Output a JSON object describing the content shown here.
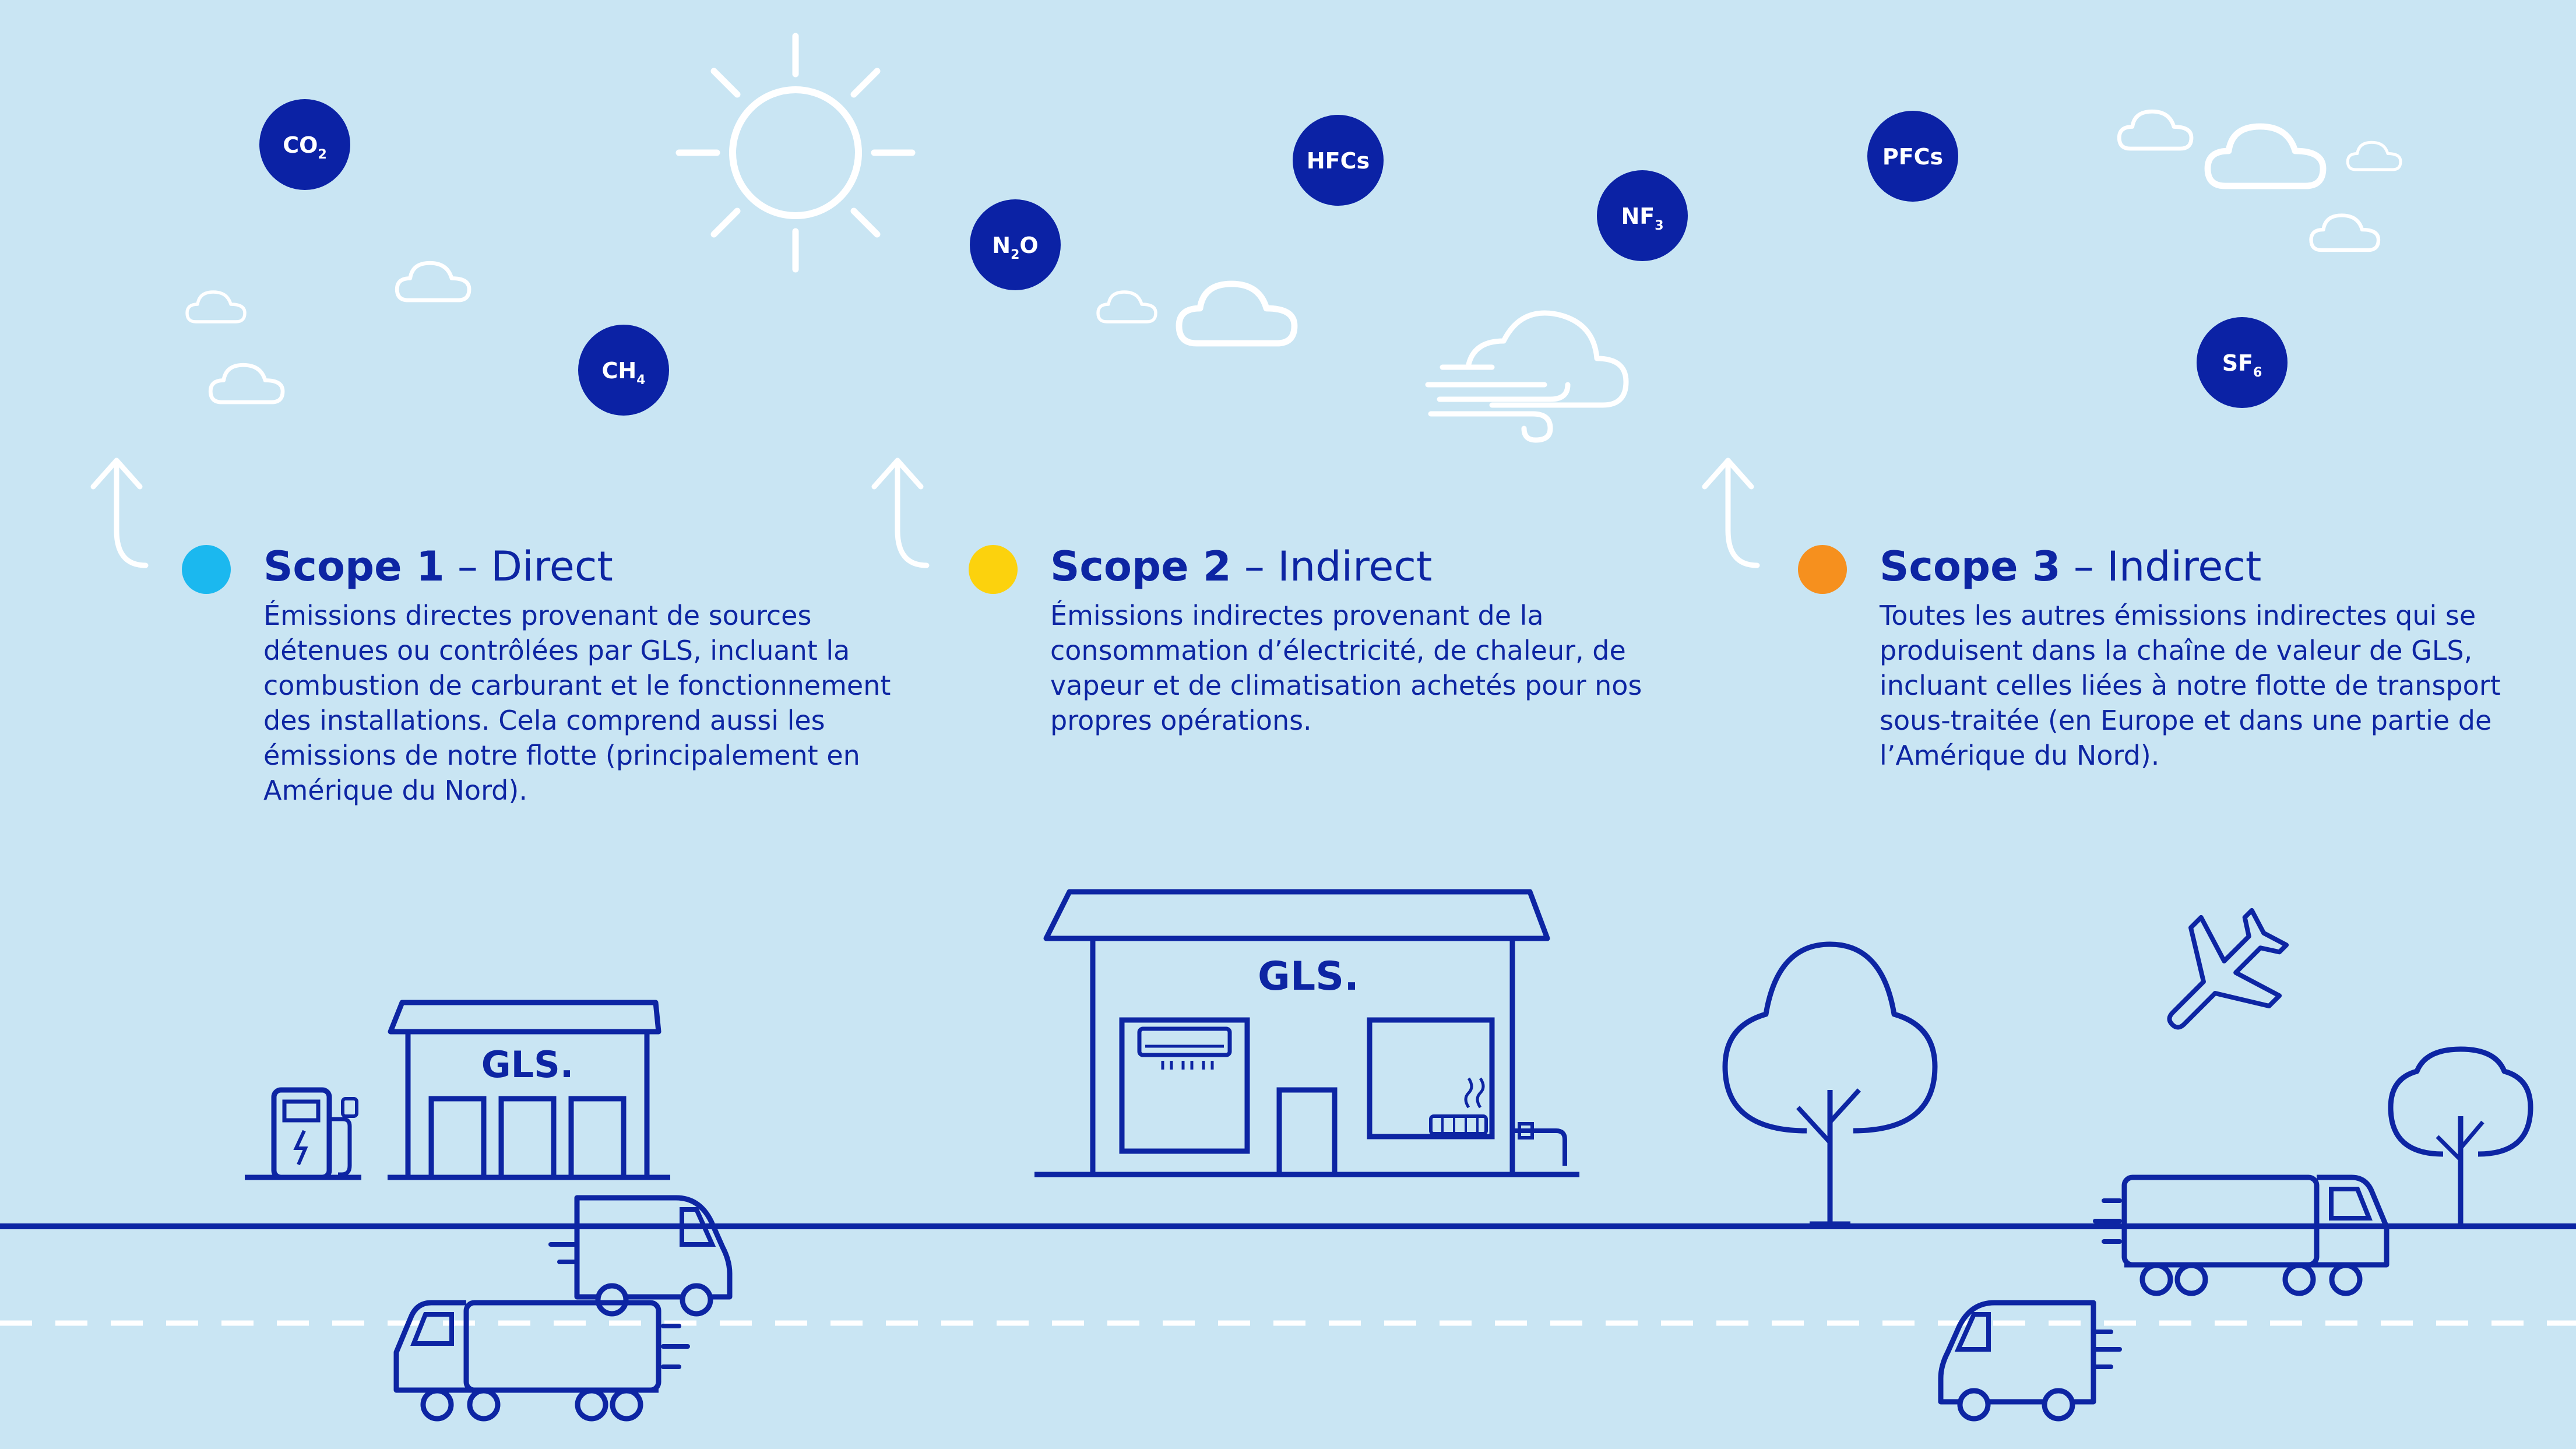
{
  "palette": {
    "background": "#c9e5f3",
    "ink": "#0d25a3",
    "gas_circle": "#0b22a5",
    "outline_white": "#ffffff",
    "scope1_dot": "#1bb8ef",
    "scope2_dot": "#fcd20d",
    "scope3_dot": "#f6901e"
  },
  "gases": [
    {
      "name": "CO2",
      "base": "CO",
      "sub": "2"
    },
    {
      "name": "CH4",
      "base": "CH",
      "sub": "4"
    },
    {
      "name": "N2O",
      "base": "N",
      "sub": "2",
      "tail": "O"
    },
    {
      "name": "HFCs",
      "base": "HFCs",
      "sub": ""
    },
    {
      "name": "NF3",
      "base": "NF",
      "sub": "3"
    },
    {
      "name": "PFCs",
      "base": "PFCs",
      "sub": ""
    },
    {
      "name": "SF6",
      "base": "SF",
      "sub": "6"
    }
  ],
  "scopes": [
    {
      "title_bold": "Scope 1",
      "title_rest": " – Direct",
      "description": "Émissions directes provenant de sources détenues ou contrôlées par GLS, incluant la combustion de carburant et le fonctionnement des installations. Cela comprend aussi les émissions de notre flotte (principalement en Amérique du Nord)."
    },
    {
      "title_bold": "Scope 2",
      "title_rest": " – Indirect",
      "description": "Émissions indirectes provenant de la consommation d’électricité, de chaleur, de vapeur et de climatisation achetés pour nos propres opérations."
    },
    {
      "title_bold": "Scope 3",
      "title_rest": " – Indirect",
      "description": "Toutes les autres émissions indirectes qui se produisent dans la chaîne de valeur de GLS, incluant celles liées à notre flotte de transport sous-traitée (en Europe et dans une partie de l’Amérique du Nord)."
    }
  ],
  "buildings": {
    "depot_label": "GLS.",
    "office_label": "GLS."
  },
  "icons": [
    "sun-icon",
    "cloud-icon",
    "wind-cloud-icon",
    "arrow-up-icon",
    "charging-station-icon",
    "depot-building-icon",
    "office-building-icon",
    "air-conditioner-icon",
    "radiator-icon",
    "water-tap-icon",
    "tree-icon",
    "airplane-icon",
    "van-icon",
    "truck-icon"
  ]
}
